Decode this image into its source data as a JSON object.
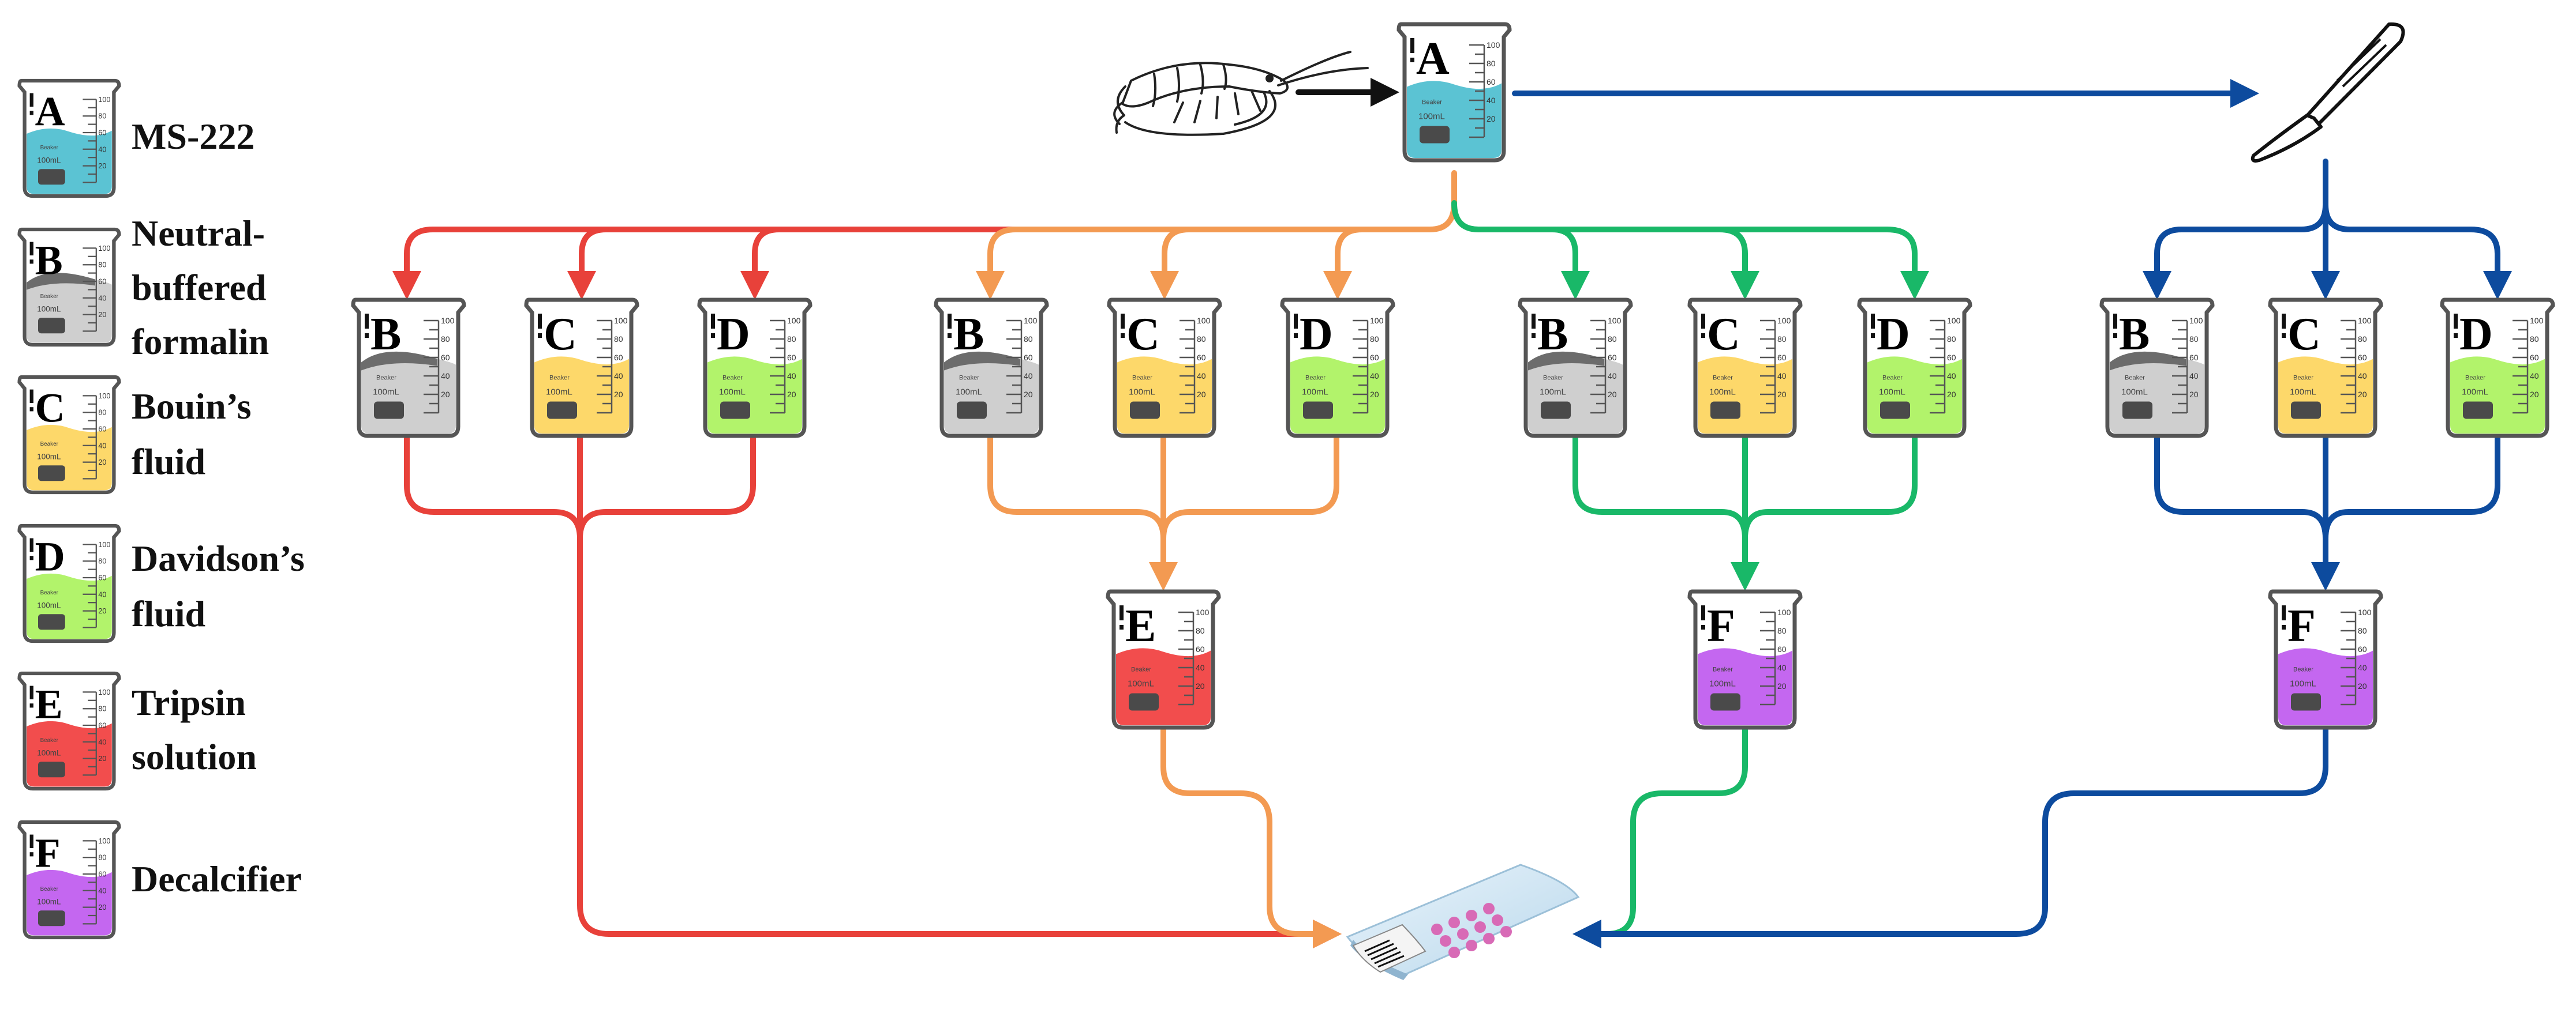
{
  "colors": {
    "A": "#5bc3d3",
    "B": "#cfcfcf",
    "C": "#fdd86a",
    "D": "#b2f36b",
    "E": "#f24d4d",
    "F": "#c467f0",
    "route_red": "#e8413a",
    "route_orange": "#f39a52",
    "route_green": "#19b868",
    "route_blue": "#0d4b9e",
    "arrow_black": "#111111"
  },
  "beaker_text": {
    "brand": "Beaker",
    "volume": "100mL",
    "ticks": [
      "100",
      "80",
      "60",
      "40",
      "20"
    ]
  },
  "legend": [
    {
      "letter": "A",
      "lines": [
        "MS-222"
      ]
    },
    {
      "letter": "B",
      "lines": [
        "Neutral-",
        "buffered",
        "formalin"
      ]
    },
    {
      "letter": "C",
      "lines": [
        "Bouin’s",
        "fluid"
      ]
    },
    {
      "letter": "D",
      "lines": [
        "Davidson’s",
        "fluid"
      ]
    },
    {
      "letter": "E",
      "lines": [
        "Tripsin",
        "solution"
      ]
    },
    {
      "letter": "F",
      "lines": [
        "Decalcifier"
      ]
    }
  ],
  "diagram": {
    "source_beaker": "A",
    "routes": [
      {
        "color_key": "route_red",
        "fixatives": [
          "B",
          "C",
          "D"
        ],
        "treatment": ""
      },
      {
        "color_key": "route_orange",
        "fixatives": [
          "B",
          "C",
          "D"
        ],
        "treatment": "E"
      },
      {
        "color_key": "route_green",
        "fixatives": [
          "B",
          "C",
          "D"
        ],
        "treatment": "F"
      },
      {
        "color_key": "route_blue",
        "fixatives": [
          "B",
          "C",
          "D"
        ],
        "treatment": "F"
      }
    ]
  }
}
